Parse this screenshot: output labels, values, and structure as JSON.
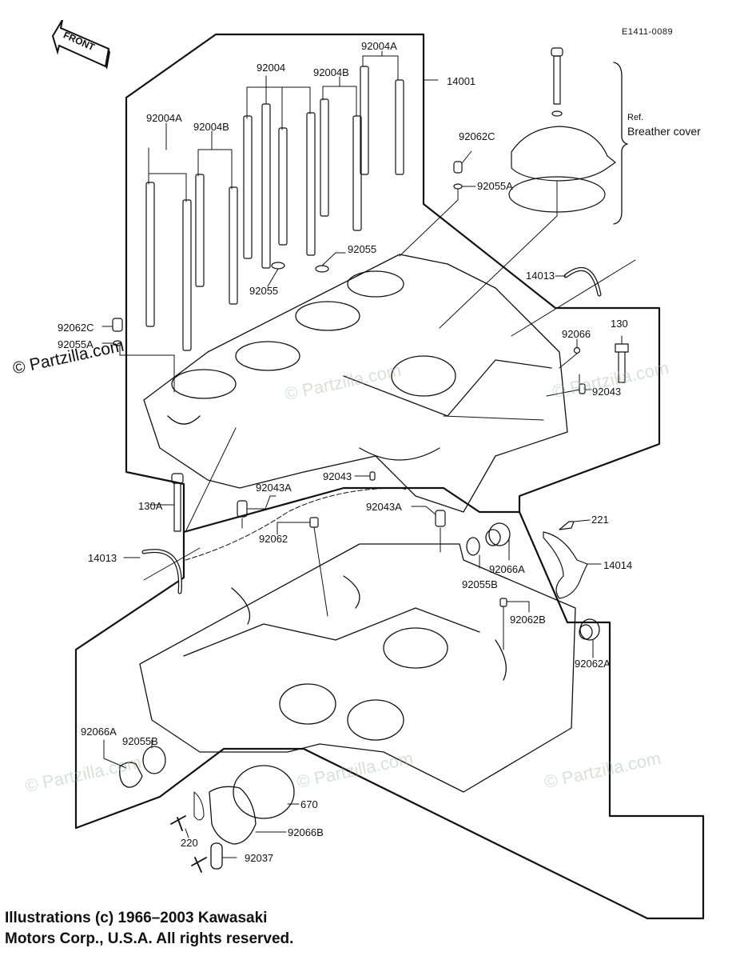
{
  "diagram": {
    "title": "Crankcase",
    "drawing_number": "E1411-0089",
    "direction_marker": "FRONT",
    "reference_note": {
      "prefix": "Ref.",
      "name": "Breather cover"
    },
    "watermark_primary": "© Partzilla.com",
    "watermark_faint": "© Partzilla.com",
    "copyright_lines": [
      "Illustrations (c) 1966–2003 Kawasaki",
      "Motors Corp., U.S.A.  All rights reserved."
    ],
    "part_labels": [
      {
        "id": "92004A-left",
        "label": "92004A"
      },
      {
        "id": "92004B-left",
        "label": "92004B"
      },
      {
        "id": "92004",
        "label": "92004"
      },
      {
        "id": "92004B-mid",
        "label": "92004B"
      },
      {
        "id": "92004A-right",
        "label": "92004A"
      },
      {
        "id": "14001",
        "label": "14001"
      },
      {
        "id": "92062C-top",
        "label": "92062C"
      },
      {
        "id": "92055A-top",
        "label": "92055A"
      },
      {
        "id": "92055-right",
        "label": "92055"
      },
      {
        "id": "92055-left",
        "label": "92055"
      },
      {
        "id": "14013-top",
        "label": "14013"
      },
      {
        "id": "92062C-left",
        "label": "92062C"
      },
      {
        "id": "92055A-left",
        "label": "92055A"
      },
      {
        "id": "92066",
        "label": "92066"
      },
      {
        "id": "130",
        "label": "130"
      },
      {
        "id": "92043-right",
        "label": "92043"
      },
      {
        "id": "92043-mid",
        "label": "92043"
      },
      {
        "id": "92043A-left",
        "label": "92043A"
      },
      {
        "id": "92043A-right",
        "label": "92043A"
      },
      {
        "id": "130A",
        "label": "130A"
      },
      {
        "id": "92062",
        "label": "92062"
      },
      {
        "id": "14013-bottom",
        "label": "14013"
      },
      {
        "id": "221",
        "label": "221"
      },
      {
        "id": "14014",
        "label": "14014"
      },
      {
        "id": "92066A-right",
        "label": "92066A"
      },
      {
        "id": "92055B-right",
        "label": "92055B"
      },
      {
        "id": "92062B",
        "label": "92062B"
      },
      {
        "id": "92062A",
        "label": "92062A"
      },
      {
        "id": "92066A-left",
        "label": "92066A"
      },
      {
        "id": "92055B-left",
        "label": "92055B"
      },
      {
        "id": "670",
        "label": "670"
      },
      {
        "id": "92066B",
        "label": "92066B"
      },
      {
        "id": "220",
        "label": "220"
      },
      {
        "id": "92037",
        "label": "92037"
      }
    ]
  }
}
